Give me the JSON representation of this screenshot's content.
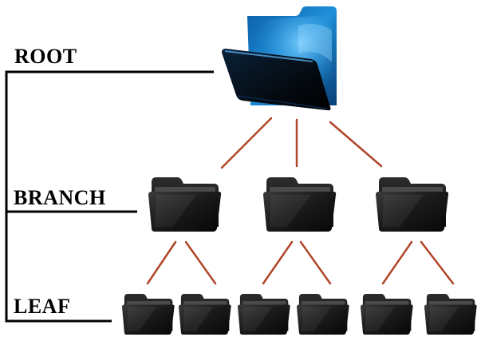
{
  "labels": {
    "root": "ROOT",
    "branch": "BRANCH",
    "leaf": "LEAF"
  },
  "tree": {
    "root": {
      "icon": "open-folder-icon",
      "children": 3
    },
    "branches": [
      {
        "icon": "folder-icon",
        "children": 2
      },
      {
        "icon": "folder-icon",
        "children": 2
      },
      {
        "icon": "folder-icon",
        "children": 2
      }
    ]
  },
  "colors": {
    "connector": "#b0452a",
    "level_line": "#000000",
    "root_folder": "#1e8ed8",
    "folder": "#1a1a1a"
  }
}
